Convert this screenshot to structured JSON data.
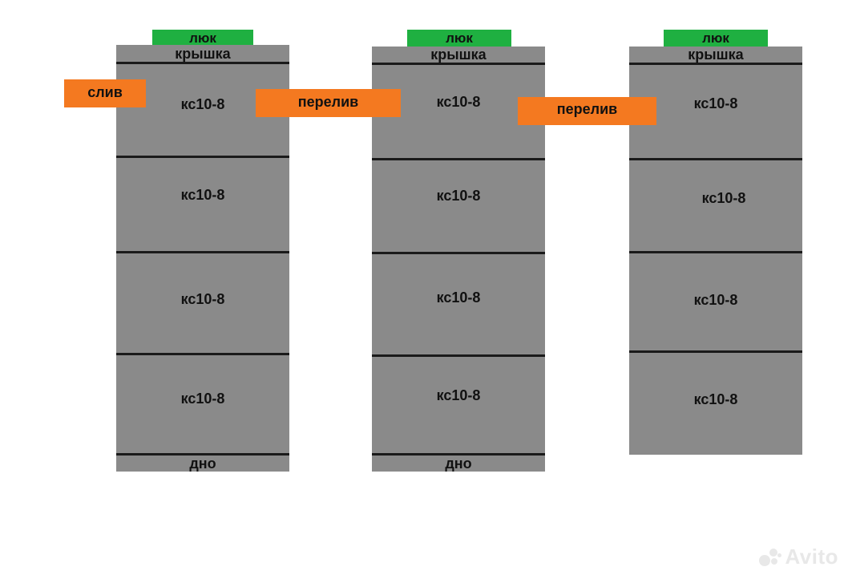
{
  "wells": [
    {
      "hatch": "люк",
      "cover": "крышка",
      "rings": [
        "кс10-8",
        "кс10-8",
        "кс10-8",
        "кс10-8"
      ],
      "bottom": "дно"
    },
    {
      "hatch": "люк",
      "cover": "крышка",
      "rings": [
        "кс10-8",
        "кс10-8",
        "кс10-8",
        "кс10-8"
      ],
      "bottom": "дно"
    },
    {
      "hatch": "люк",
      "cover": "крышка",
      "rings": [
        "кс10-8",
        "кс10-8",
        "кс10-8",
        "кс10-8"
      ],
      "bottom": ""
    }
  ],
  "pipes": [
    "слив",
    "перелив",
    "перелив"
  ],
  "watermark": "Avito",
  "colors": {
    "ring": "#8a8a8a",
    "hatch": "#1fb041",
    "pipe": "#f47920",
    "line": "#1a1a1a"
  }
}
